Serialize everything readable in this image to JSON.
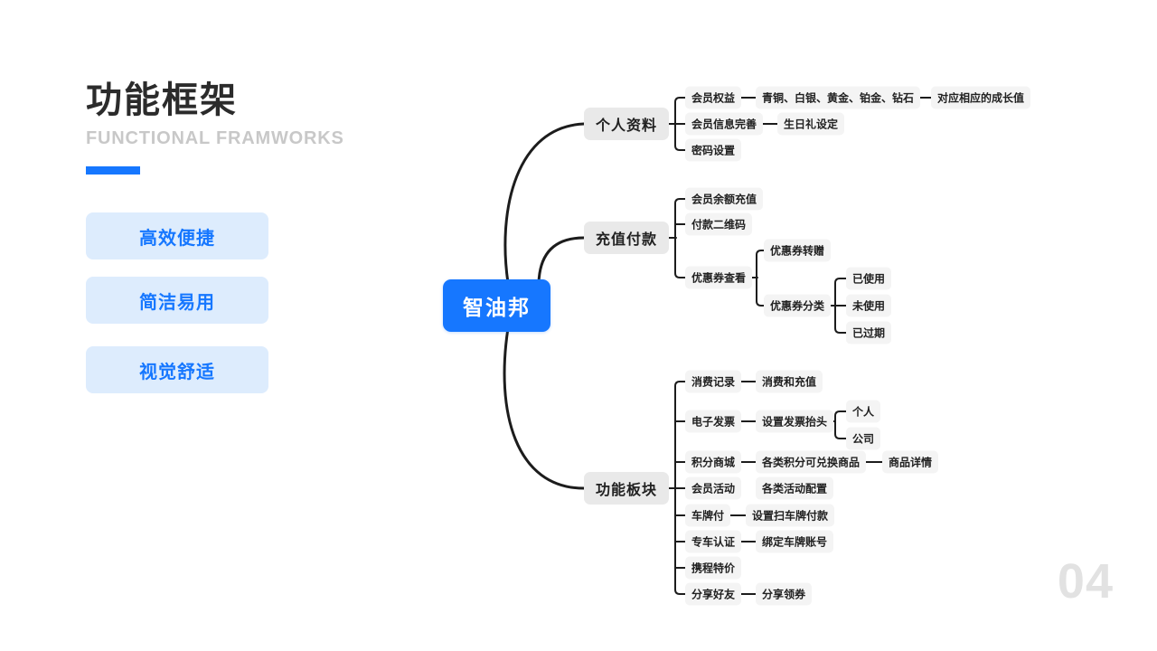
{
  "header": {
    "title": "功能框架",
    "subtitle": "FUNCTIONAL FRAMWORKS"
  },
  "features": [
    "高效便捷",
    "简洁易用",
    "视觉舒适"
  ],
  "mindmap": {
    "root": "智油邦",
    "branches": [
      {
        "label": "个人资料",
        "children": [
          {
            "label": "会员权益",
            "children": [
              {
                "label": "青铜、白银、黄金、铂金、钻石",
                "children": [
                  {
                    "label": "对应相应的成长值"
                  }
                ]
              }
            ]
          },
          {
            "label": "会员信息完善",
            "children": [
              {
                "label": "生日礼设定"
              }
            ]
          },
          {
            "label": "密码设置"
          }
        ]
      },
      {
        "label": "充值付款",
        "children": [
          {
            "label": "会员余额充值"
          },
          {
            "label": "付款二维码"
          },
          {
            "label": "优惠券查看",
            "children": [
              {
                "label": "优惠券转赠"
              },
              {
                "label": "优惠券分类",
                "children": [
                  {
                    "label": "已使用"
                  },
                  {
                    "label": "未使用"
                  },
                  {
                    "label": "已过期"
                  }
                ]
              }
            ]
          }
        ]
      },
      {
        "label": "功能板块",
        "children": [
          {
            "label": "消费记录",
            "children": [
              {
                "label": "消费和充值"
              }
            ]
          },
          {
            "label": "电子发票",
            "children": [
              {
                "label": "设置发票抬头",
                "children": [
                  {
                    "label": "个人"
                  },
                  {
                    "label": "公司"
                  }
                ]
              }
            ]
          },
          {
            "label": "积分商城",
            "children": [
              {
                "label": "各类积分可兑换商品",
                "children": [
                  {
                    "label": "商品详情"
                  }
                ]
              }
            ]
          },
          {
            "label": "会员活动",
            "children": [
              {
                "label": "各类活动配置"
              }
            ]
          },
          {
            "label": "车牌付",
            "children": [
              {
                "label": "设置扫车牌付款"
              }
            ]
          },
          {
            "label": "专车认证",
            "children": [
              {
                "label": "绑定车牌账号"
              }
            ]
          },
          {
            "label": "携程特价"
          },
          {
            "label": "分享好友",
            "children": [
              {
                "label": "分享领券"
              }
            ]
          }
        ]
      }
    ]
  },
  "page_number": "04",
  "colors": {
    "accent": "#1677ff",
    "feature_bg": "#ddecfd",
    "root_bg": "#1677ff",
    "branch_bg": "#e9e9e9",
    "leaf_bg": "#f4f4f4",
    "line": "#1c1c1c",
    "title": "#2b2b2b",
    "subtitle": "#c8c8c8",
    "page_number": "#e2e2e2"
  }
}
